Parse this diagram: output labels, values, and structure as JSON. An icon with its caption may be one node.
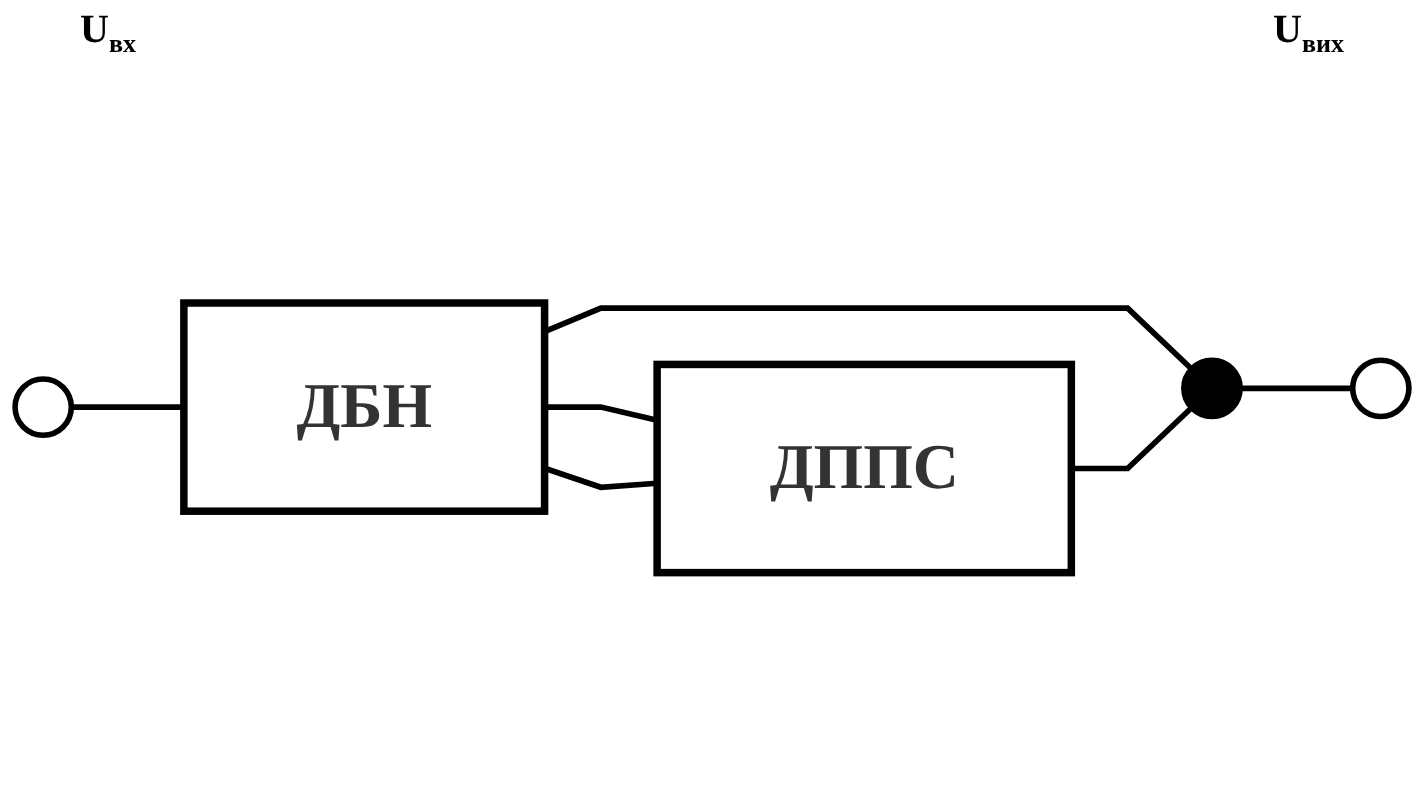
{
  "diagram": {
    "nodes": [
      {
        "text": [],
        "shape": "circle"
      },
      {
        "text": [
          "ДБН"
        ]
      },
      {
        "text": [
          "ДППС"
        ]
      },
      {
        "text": [],
        "shape": "circle"
      },
      {
        "text": [],
        "shape": "circle"
      }
    ],
    "edges": [
      {
        "from": 0,
        "to": 1,
        "arrow": "none"
      },
      {
        "from": 1,
        "to": 2,
        "arrow": "none"
      },
      {
        "from": 1,
        "to": 2,
        "arrow": "none"
      },
      {
        "from": 1,
        "to": 3,
        "arrow": "none"
      },
      {
        "from": 2,
        "to": 3,
        "arrow": "none"
      },
      {
        "from": 3,
        "to": 4,
        "arrow": "none"
      }
    ],
    "labels": [
      "U$_{вх}$",
      "U$_{вих}$"
    ]
  }
}
